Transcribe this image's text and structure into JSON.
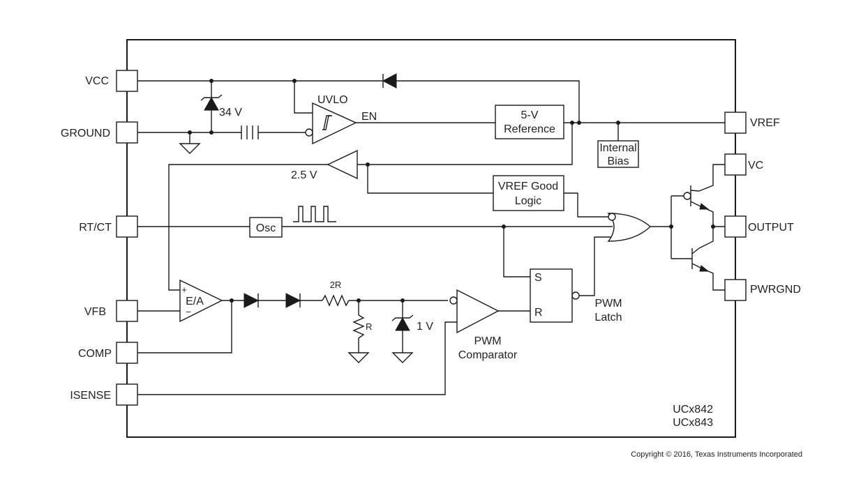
{
  "pins": {
    "vcc": "VCC",
    "ground": "GROUND",
    "rtct": "RT/CT",
    "vfb": "VFB",
    "comp": "COMP",
    "isense": "ISENSE",
    "vref": "VREF",
    "vc": "VC",
    "output": "OUTPUT",
    "pwrgnd": "PWRGND"
  },
  "blocks": {
    "reference_line1": "5-V",
    "reference_line2": "Reference",
    "bias_line1": "Internal",
    "bias_line2": "Bias",
    "good_logic_line1": "VREF Good",
    "good_logic_line2": "Logic",
    "osc": "Osc",
    "ea": "E/A",
    "ea_plus": "+",
    "ea_minus": "−",
    "latch_s": "S",
    "latch_r": "R"
  },
  "labels": {
    "uvlo": "UVLO",
    "en": "EN",
    "zener_34": "34 V",
    "v25": "2.5 V",
    "r2": "2R",
    "r": "R",
    "zener_1": "1 V",
    "pwm_latch_1": "PWM",
    "pwm_latch_2": "Latch",
    "pwm_comp_1": "PWM",
    "pwm_comp_2": "Comparator",
    "part1": "UCx842",
    "part2": "UCx843"
  },
  "copyright": "Copyright © 2016, Texas Instruments Incorporated"
}
